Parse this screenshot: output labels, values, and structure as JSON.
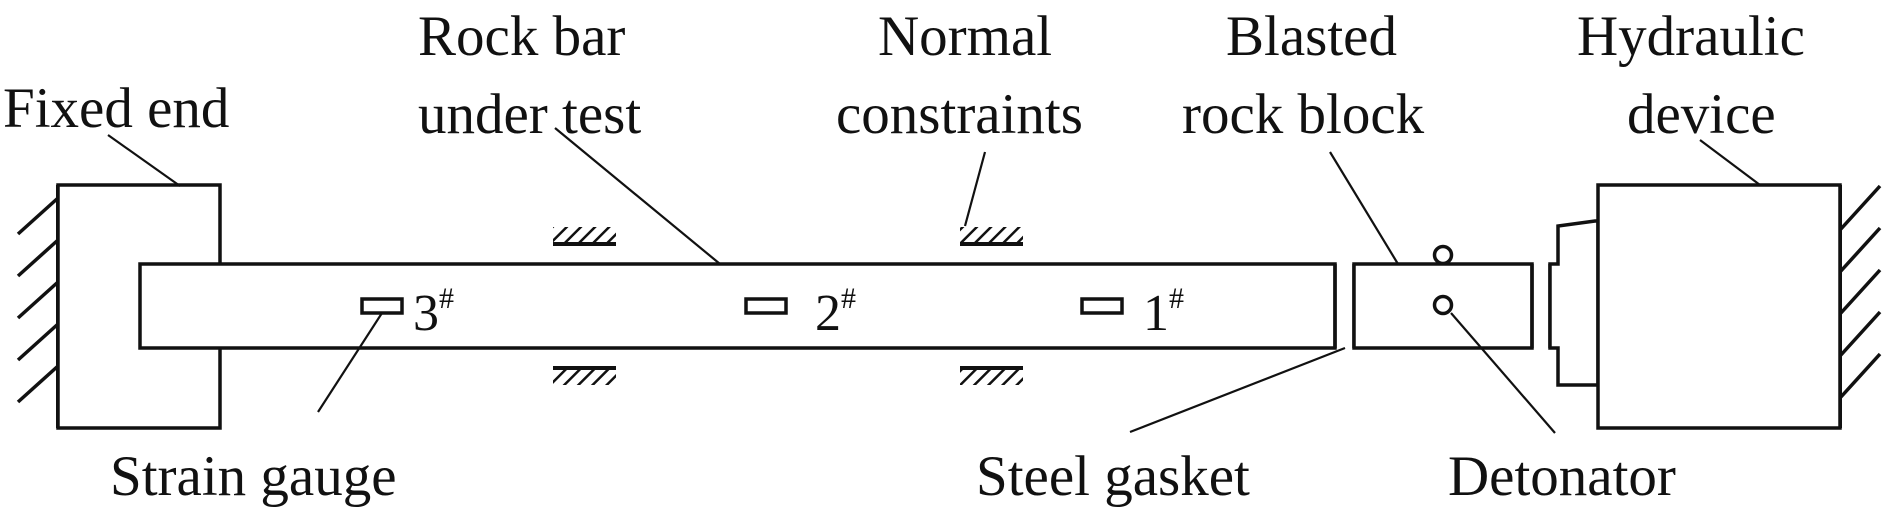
{
  "labels": {
    "fixed_end": "Fixed end",
    "rock_bar_line1": "Rock bar",
    "rock_bar_line2": "under test",
    "normal_line1": "Normal",
    "normal_line2": "constraints",
    "blasted_line1": "Blasted",
    "blasted_line2": "rock block",
    "hydraulic_line1": "Hydraulic",
    "hydraulic_line2": "device",
    "strain_gauge": "Strain gauge",
    "steel_gasket": "Steel gasket",
    "detonator": "Detonator"
  },
  "gauges": [
    {
      "number": "3",
      "mark": "#"
    },
    {
      "number": "2",
      "mark": "#"
    },
    {
      "number": "1",
      "mark": "#"
    }
  ]
}
